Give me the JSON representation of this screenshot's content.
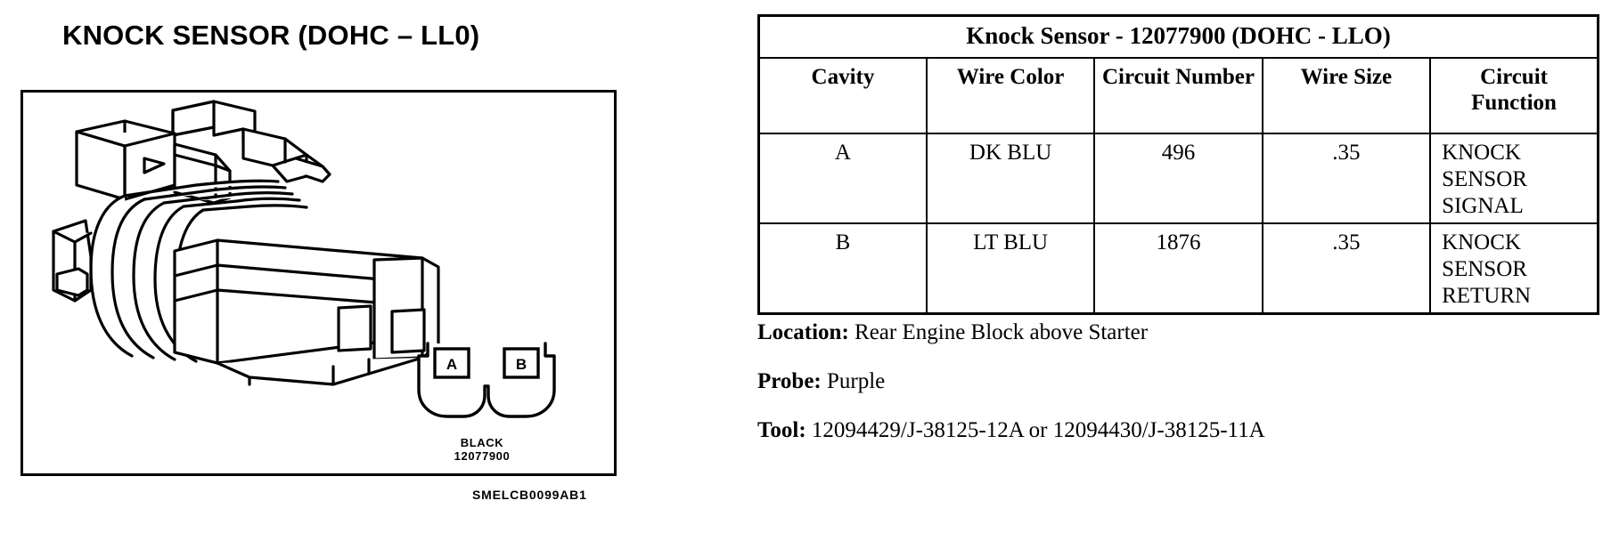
{
  "diagram": {
    "title": "KNOCK SENSOR (DOHC – LL0)",
    "connector_color": "BLACK",
    "connector_part_number": "12077900",
    "figure_code": "SMELCB0099AB1",
    "cavity_labels": [
      "A",
      "B"
    ],
    "line_color": "#000000",
    "background_color": "#ffffff"
  },
  "table": {
    "title": "Knock Sensor - 12077900 (DOHC - LLO)",
    "headers": [
      "Cavity",
      "Wire Color",
      "Circuit Number",
      "Wire Size",
      "Circuit Function"
    ],
    "rows": [
      {
        "cavity": "A",
        "wire_color": "DK BLU",
        "circuit_number": "496",
        "wire_size": ".35",
        "circuit_function": "KNOCK SENSOR SIGNAL"
      },
      {
        "cavity": "B",
        "wire_color": "LT BLU",
        "circuit_number": "1876",
        "wire_size": ".35",
        "circuit_function": "KNOCK SENSOR RETURN"
      }
    ]
  },
  "notes": {
    "location_label": "Location:",
    "location_value": "Rear Engine Block above Starter",
    "probe_label": "Probe:",
    "probe_value": "Purple",
    "tool_label": "Tool:",
    "tool_value": "12094429/J-38125-12A or 12094430/J-38125-11A"
  }
}
